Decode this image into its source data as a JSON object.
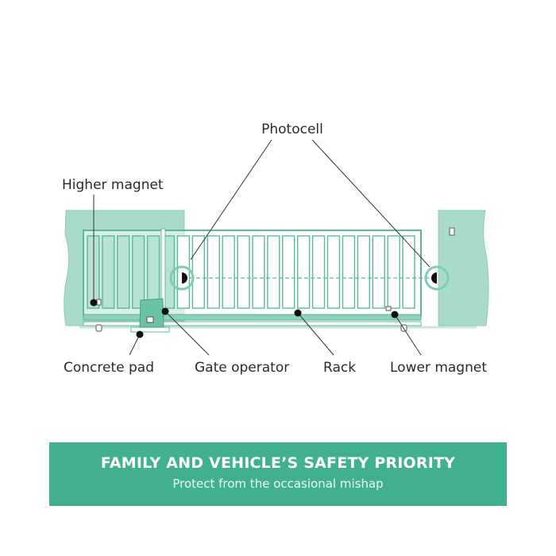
{
  "labels": {
    "photocell": "Photocell",
    "higher_magnet": "Higher magnet",
    "concrete_pad": "Concrete pad",
    "gate_operator": "Gate operator",
    "rack": "Rack",
    "lower_magnet": "Lower magnet"
  },
  "banner": {
    "title": "FAMILY AND VEHICLE’S SAFETY PRIORITY",
    "subtitle": "Protect from the occasional mishap"
  },
  "colors": {
    "pillar": "#a9dcc8",
    "line": "#5bb99a",
    "banner": "#40b08f"
  }
}
